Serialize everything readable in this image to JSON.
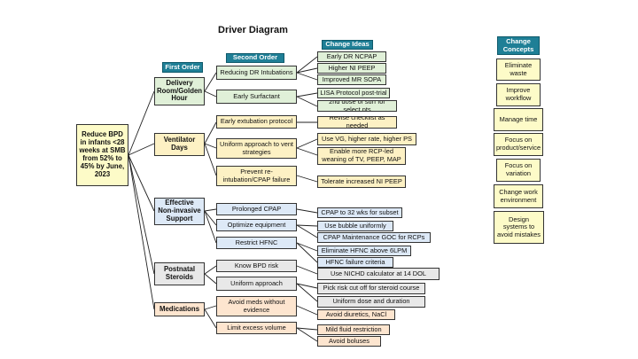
{
  "title": "Driver Diagram",
  "headers": {
    "first_order": "First Order",
    "second_order": "Second Order",
    "change_ideas": "Change Ideas",
    "change_concepts": "Change Concepts"
  },
  "aim": "Reduce BPD in infants <28 weeks at SMB from 52% to 45% by June, 2023",
  "first_order": [
    "Delivery Room/Golden Hour",
    "Ventilator Days",
    "Effective Non-invasive Support",
    "Postnatal Steroids",
    "Medications"
  ],
  "second_order": [
    "Reducing DR Intubations",
    "Early Surfactant",
    "Early extubation protocol",
    "Uniform approach to vent strategies",
    "Prevent re-intubation/CPAP failure",
    "Prolonged CPAP",
    "Optimize equipment",
    "Restrict HFNC",
    "Know BPD risk",
    "Uniform approach",
    "Avoid meds without evidence",
    "Limit excess volume"
  ],
  "change_ideas": [
    "Early DR NCPAP",
    "Higher NI PEEP",
    "Improved MR SOPA",
    "LISA Protocol post-trial",
    "2nd dose of surf for select pts",
    "Revise checklist as needed",
    "Use VG, higher rate, higher PS",
    "Enable more RCP-led weaning of TV, PEEP, MAP",
    "Tolerate increased NI PEEP",
    "CPAP to 32 wks for subset",
    "Use bubble uniformly",
    "CPAP Maintenance  GOC for RCPs",
    "Eliminate HFNC above 6LPM",
    "HFNC failure criteria",
    "Use NICHD calculator at 14 DOL",
    "Pick risk cut off for steroid course",
    "Uniform dose and duration",
    "Avoid diuretics, NaCl",
    "Mild fluid restriction",
    "Avoid boluses"
  ],
  "change_concepts": [
    "Eliminate waste",
    "Improve workflow",
    "Manage time",
    "Focus on product/service",
    "Focus on variation",
    "Change work environment",
    "Design systems to avoid mistakes"
  ],
  "colors": {
    "header": "#1f7f96",
    "aim": "#fdfbc8",
    "delivery": "#e0f0d8",
    "ventilator": "#fdf1c4",
    "noninvasive": "#dde9f7",
    "steroids": "#e8e8e8",
    "medications": "#fde5cf"
  }
}
